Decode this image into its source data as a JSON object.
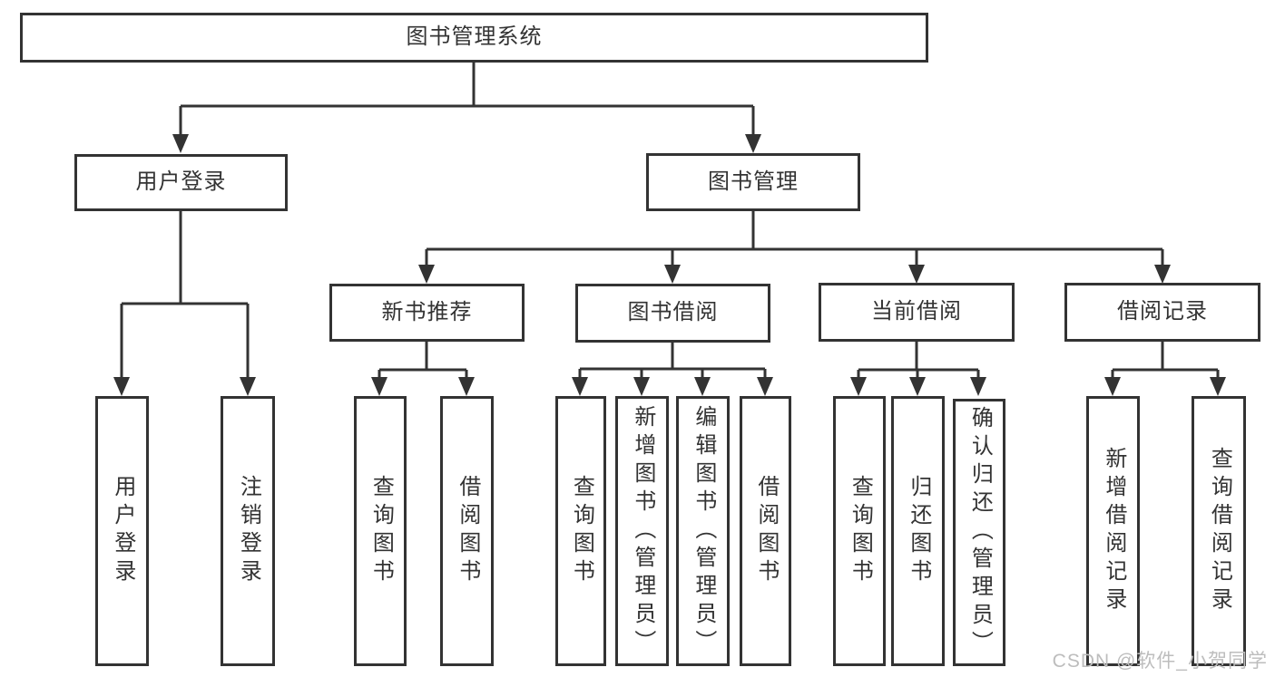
{
  "tree": {
    "label": "图书管理系统",
    "children": [
      {
        "label": "用户登录",
        "children": [
          {
            "label": "用户登录"
          },
          {
            "label": "注销登录"
          }
        ]
      },
      {
        "label": "图书管理",
        "children": [
          {
            "label": "新书推荐",
            "children": [
              {
                "label": "查询图书"
              },
              {
                "label": "借阅图书"
              }
            ]
          },
          {
            "label": "图书借阅",
            "children": [
              {
                "label": "查询图书"
              },
              {
                "label": "新增图书（管理员）"
              },
              {
                "label": "编辑图书（管理员）"
              },
              {
                "label": "借阅图书"
              }
            ]
          },
          {
            "label": "当前借阅",
            "children": [
              {
                "label": "查询图书"
              },
              {
                "label": "归还图书"
              },
              {
                "label": "确认归还（管理员）"
              }
            ]
          },
          {
            "label": "借阅记录",
            "children": [
              {
                "label": "新增借阅记录"
              },
              {
                "label": "查询借阅记录"
              }
            ]
          }
        ]
      }
    ]
  },
  "watermark": {
    "text": "CSDN @软件_小贺同学"
  },
  "colors": {
    "line": "#333333",
    "box_border": "#333333",
    "text": "#333333",
    "background": "#ffffff",
    "watermark": "#bdbdbd"
  }
}
